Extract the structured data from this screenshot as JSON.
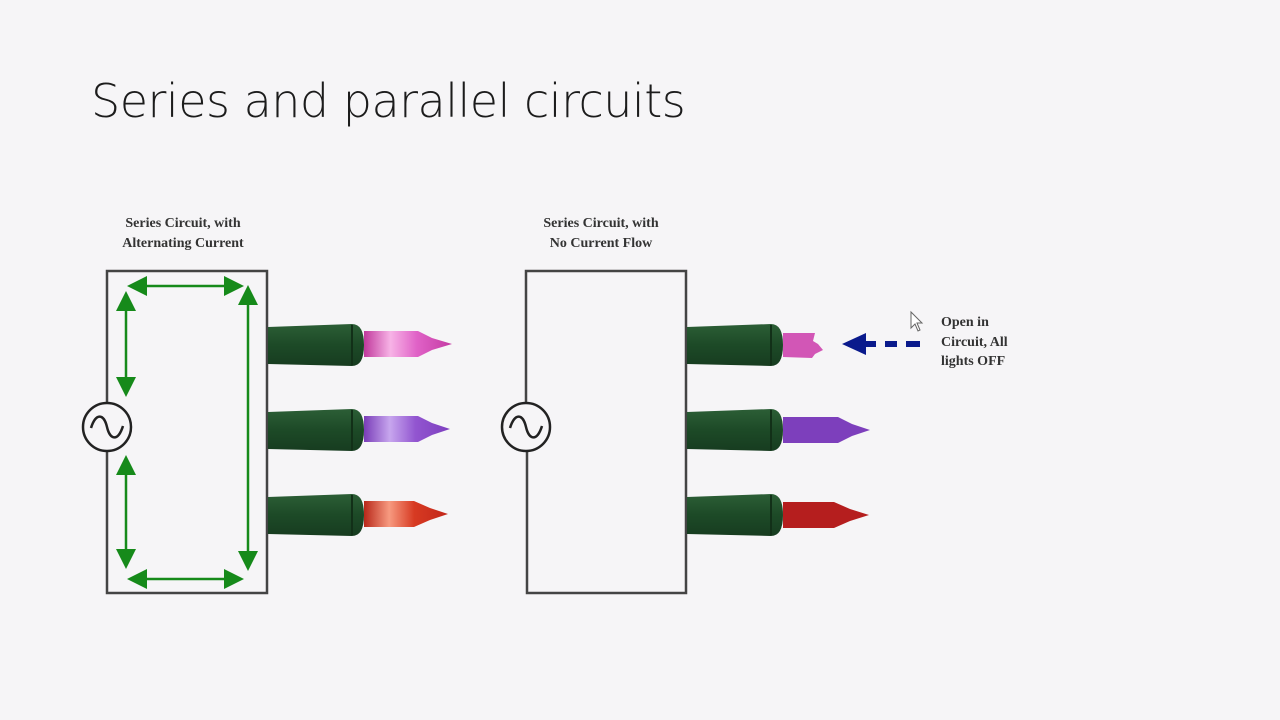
{
  "slide": {
    "title": "Series and parallel circuits"
  },
  "diagrams": [
    {
      "caption": "Series Circuit, with\nAlternating Current",
      "source_icon": "ac-source-icon",
      "current_arrows": true,
      "bulbs": [
        {
          "color": "#d94fb8",
          "state": "on"
        },
        {
          "color": "#8a48c4",
          "state": "on"
        },
        {
          "color": "#d0321e",
          "state": "on"
        }
      ]
    },
    {
      "caption": "Series Circuit, with\nNo Current Flow",
      "source_icon": "ac-source-icon",
      "current_arrows": false,
      "bulbs": [
        {
          "color": "#cf4fb0",
          "state": "broken"
        },
        {
          "color": "#7a3db8",
          "state": "off"
        },
        {
          "color": "#b82020",
          "state": "off"
        }
      ],
      "annotation": {
        "text": "Open in\nCircuit, All\nlights OFF",
        "arrow_color": "#0a1a8c"
      }
    }
  ],
  "colors": {
    "arrow_green": "#168a1a",
    "socket_green": "#1f4d2a",
    "wire": "#444444"
  }
}
